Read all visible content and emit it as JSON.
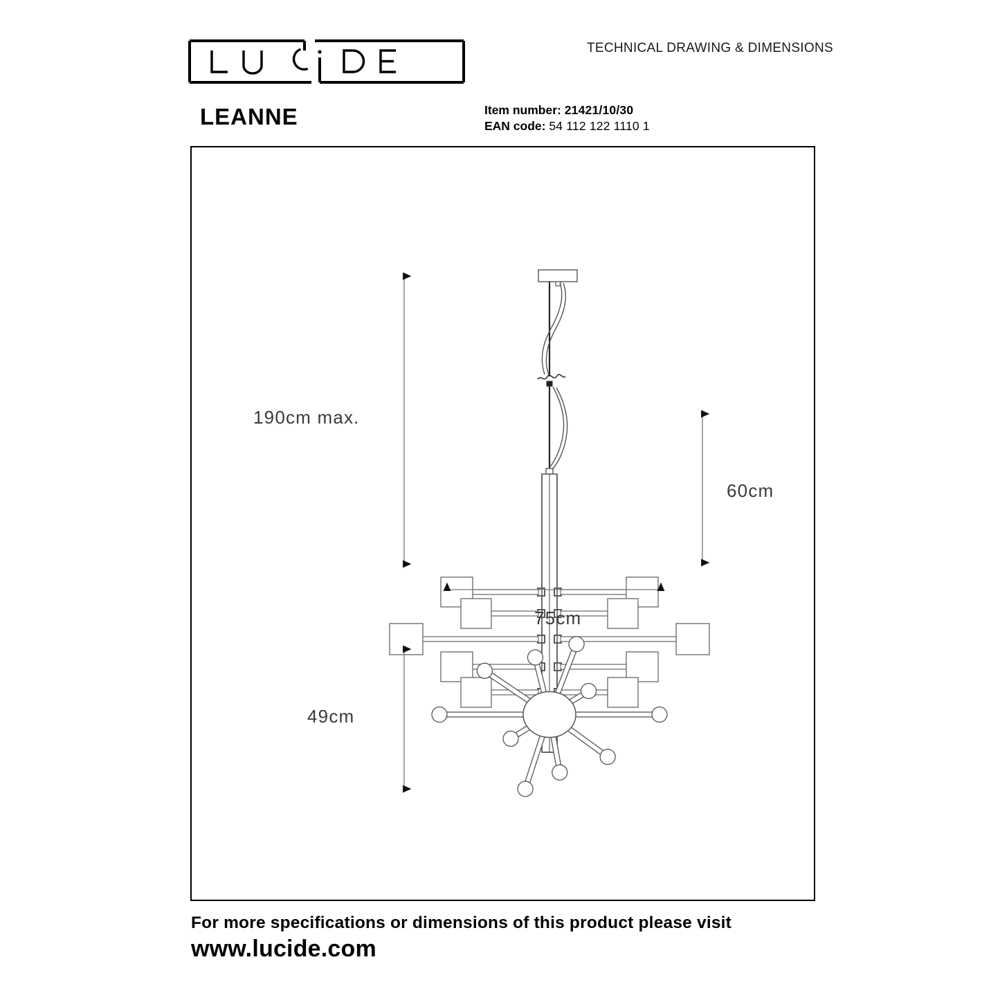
{
  "header": {
    "kicker": "TECHNICAL DRAWING & DIMENSIONS",
    "logo_text": "LUCIDE",
    "logo_letters": [
      "L",
      "U",
      "C",
      "i",
      "D",
      "E"
    ]
  },
  "product": {
    "name": "LEANNE",
    "item_number_label": "Item number:",
    "item_number": "21421/10/30",
    "ean_label": "EAN code",
    "ean_value": "54 112 122 1110 1"
  },
  "dimensions": {
    "height_max": "190cm max.",
    "fixture_height": "60cm",
    "width": "75cm",
    "depth": "49cm"
  },
  "footer": {
    "line1": "For more specifications or dimensions of this product please visit",
    "line2": "www.lucide.com"
  },
  "colors": {
    "line": "#555555",
    "frame": "#000000",
    "dim_text": "#3a3a3a",
    "text": "#000000"
  },
  "drawing": {
    "front_view": {
      "lamp_count": 10,
      "levels": 5,
      "canopy": "ceiling-plate",
      "cable": "suspension-cable-with-break-symbol"
    },
    "top_view": {
      "arm_count": 10,
      "hub": "central-hub"
    }
  }
}
